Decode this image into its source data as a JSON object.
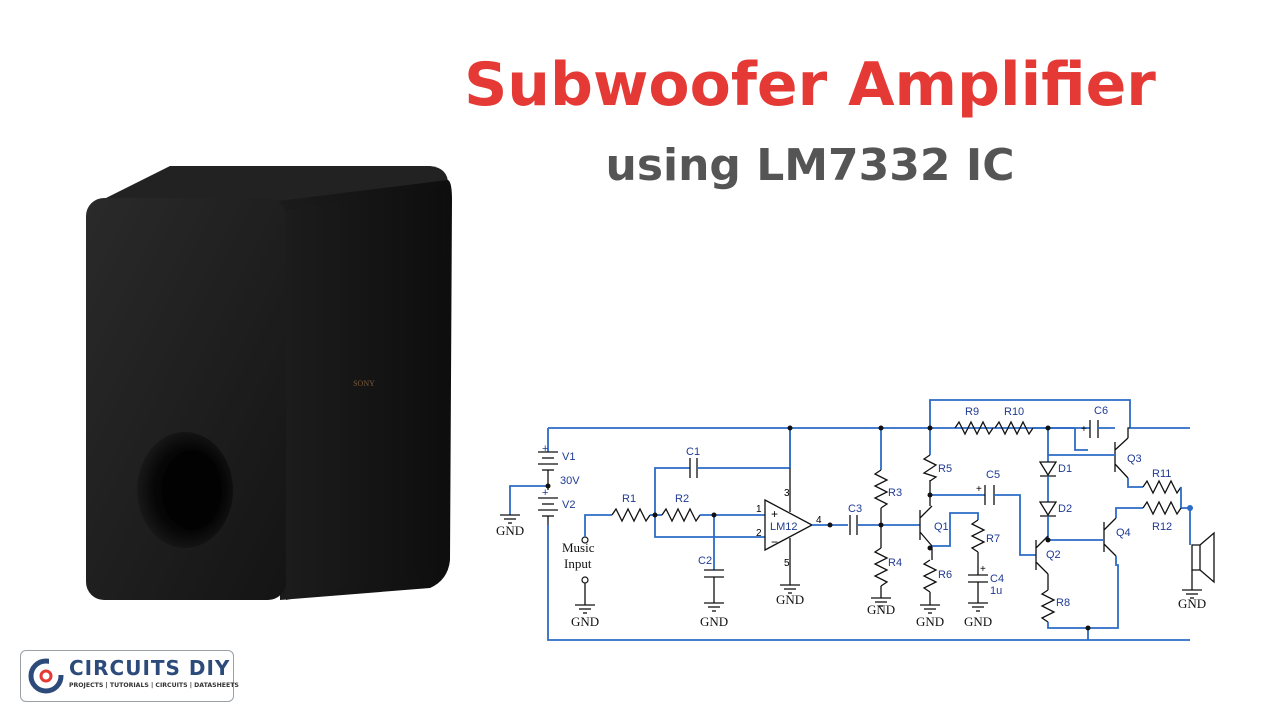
{
  "title": "Subwoofer Amplifier",
  "subtitle": "using LM7332 IC",
  "speaker_brand": "SONY",
  "logo": {
    "brand": "CIRCUITS DIY",
    "tagline": "PROJECTS | TUTORIALS | CIRCUITS | DATASHEETS"
  },
  "schematic": {
    "labels": {
      "V1": "V1",
      "V2": "V2",
      "supply": "30V",
      "R1": "R1",
      "R2": "R2",
      "R3": "R3",
      "R4": "R4",
      "R5": "R5",
      "R6": "R6",
      "R7": "R7",
      "R8": "R8",
      "R9": "R9",
      "R10": "R10",
      "R11": "R11",
      "R12": "R12",
      "C1": "C1",
      "C2": "C2",
      "C3": "C3",
      "C4": "C4",
      "C4_value": "1u",
      "C5": "C5",
      "C6": "C6",
      "D1": "D1",
      "D2": "D2",
      "Q1": "Q1",
      "Q2": "Q2",
      "Q3": "Q3",
      "Q4": "Q4",
      "ic": "LM12",
      "pin1": "1",
      "pin2": "2",
      "pin3": "3",
      "pin4": "4",
      "pin5": "5",
      "music_input_1": "Music",
      "music_input_2": "Input",
      "gnd": "GND",
      "plus": "+",
      "minus": "−"
    }
  },
  "colors": {
    "title": "#e53935",
    "subtitle": "#555555",
    "wire": "#2c6bc6",
    "label": "#1f3a93",
    "brand": "#2c4a7a"
  }
}
